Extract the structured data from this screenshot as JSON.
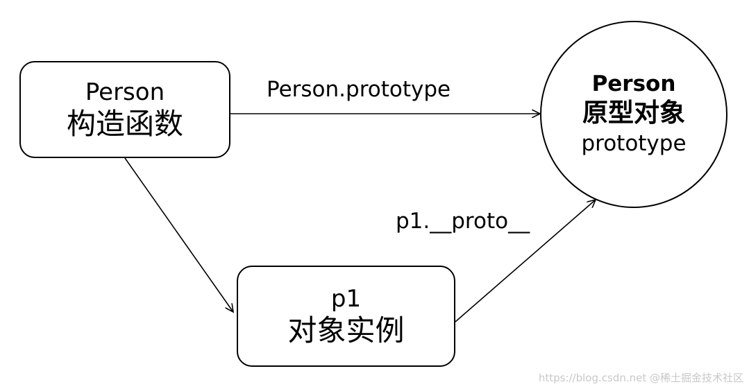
{
  "nodes": {
    "constructor": {
      "line1": "Person",
      "line2": "构造函数"
    },
    "instance": {
      "line1": "p1",
      "line2": "对象实例"
    },
    "prototype": {
      "line1": "Person",
      "line2": "原型对象",
      "line3": "prototype"
    }
  },
  "edges": {
    "constructor_to_prototype": "Person.prototype",
    "instance_to_prototype": "p1.__proto__"
  },
  "watermark": "https://blog.csdn.net  @稀土掘金技术社区",
  "colors": {
    "stroke": "#000000",
    "background": "#ffffff",
    "watermark": "#c8c8c8"
  }
}
